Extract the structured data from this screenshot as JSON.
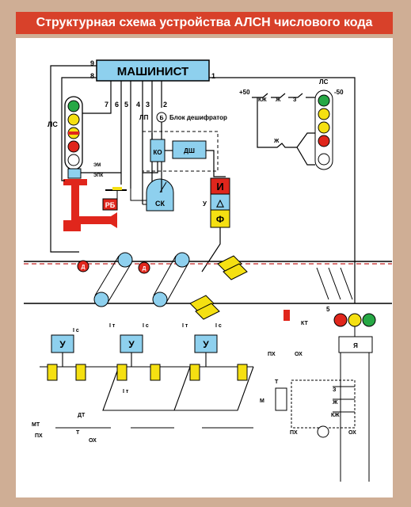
{
  "title": "Структурная схема устройства АЛСН числового кода",
  "driver_label": "МАШИНИСТ",
  "wire_numbers": [
    "9",
    "8",
    "1",
    "7",
    "6",
    "5",
    "4",
    "3",
    "2"
  ],
  "lp_label": "ЛП",
  "b_label": "Б",
  "decoder_label": "Блок дешифратор",
  "ko_label": "КО",
  "dsh_label": "ДШ",
  "rb_label": "РБ",
  "sk_label": "СК",
  "ls_label": "ЛС",
  "em_label": "ЭМ",
  "epk_label": "ЭПК",
  "y_label": "У",
  "amp_blocks": {
    "i": "И",
    "delta": "△",
    "f": "Ф"
  },
  "d_label": "Д",
  "plus50": "+50",
  "minus50": "-50",
  "relay_labels": [
    "КЖ",
    "Ж",
    "З",
    "Ж"
  ],
  "ls_right_label": "ЛС",
  "wayside": {
    "kt": "КТ",
    "px": "ПХ",
    "ox": "ОХ",
    "ya": "Я",
    "num5": "5",
    "t": "Т",
    "m": "М",
    "relays": [
      "З",
      "Ж",
      "КЖ"
    ],
    "px2": "ПХ",
    "ox2": "ОХ"
  },
  "bottom": {
    "u": "У",
    "ic": "I с",
    "it": "I т",
    "dt": "ДТ",
    "mt": "МТ",
    "px": "ПХ",
    "ox": "ОХ",
    "t": "Т"
  },
  "colors": {
    "red": "#e0261c",
    "yellow": "#f5e012",
    "green": "#27a845",
    "blue": "#8ed0ee",
    "title_bg": "#d8412a",
    "wire": "#000000"
  }
}
